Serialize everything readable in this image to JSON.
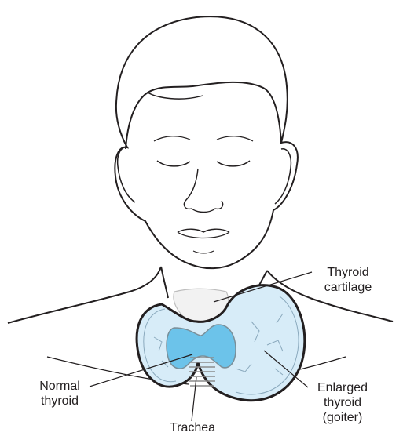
{
  "labels": {
    "thyroid_cartilage": {
      "line1": "Thyroid",
      "line2": "cartilage"
    },
    "normal_thyroid": {
      "line1": "Normal",
      "line2": "thyroid"
    },
    "trachea": {
      "line1": "Trachea"
    },
    "enlarged_thyroid": {
      "line1": "Enlarged",
      "line2": "thyroid",
      "line3": "(goiter)"
    }
  },
  "colors": {
    "outline": "#231f20",
    "normal_thyroid_fill": "#6cc3ea",
    "goiter_fill": "#d7ecf8",
    "cartilage_fill": "#f2f2f2",
    "trachea_rings": "#8c8c8c"
  }
}
